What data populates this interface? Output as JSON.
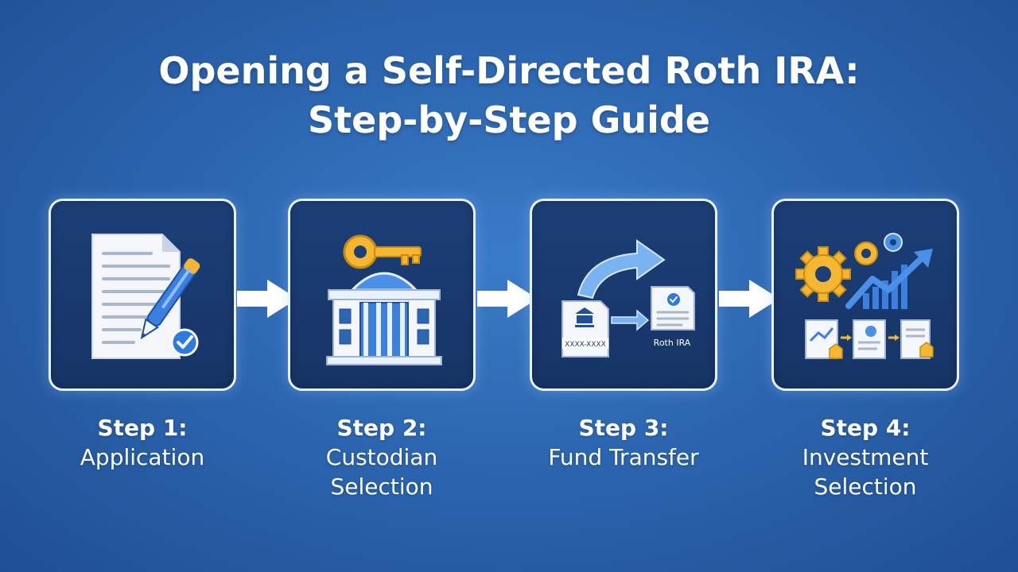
{
  "title": {
    "line1": "Opening a Self-Directed Roth IRA:",
    "line2": "Step-by-Step Guide"
  },
  "steps": [
    {
      "step": "Step 1:",
      "name": "Application",
      "icon": "document-pen-icon"
    },
    {
      "step": "Step 2:",
      "name": "Custodian\nSelection",
      "icon": "bank-key-icon"
    },
    {
      "step": "Step 3:",
      "name": "Fund Transfer",
      "icon": "transfer-icon",
      "inner_texts": [
        "XXXX-XXXX",
        "Roth IRA"
      ]
    },
    {
      "step": "Step 4:",
      "name": "Investment\nSelection",
      "icon": "gears-growth-icon"
    }
  ],
  "colors": {
    "background": "#2c66b0",
    "card": "#1c3f78",
    "accent_gold": "#f5b731",
    "accent_blue": "#3b82e0"
  }
}
